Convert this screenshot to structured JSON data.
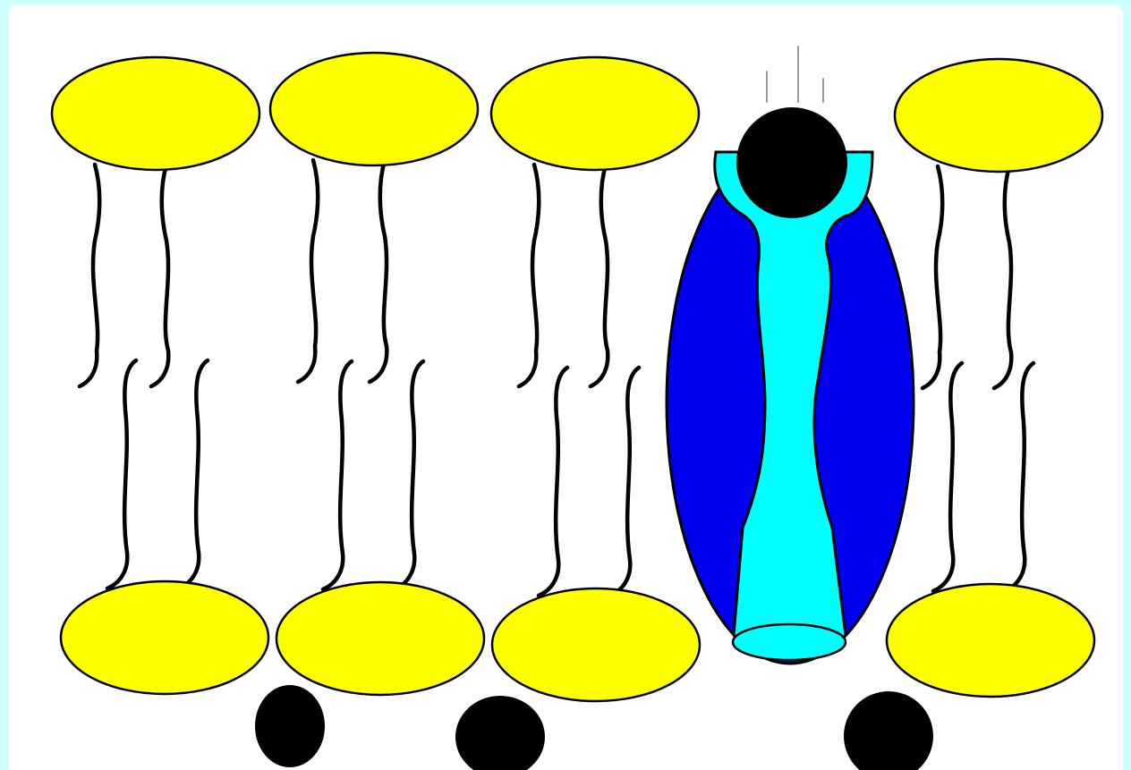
{
  "diagram": {
    "kind": "membrane-channel",
    "colors": {
      "page_border": "#ccffff",
      "background": "#ffffff",
      "phospholipid_head": "#ffff00",
      "outline": "#000000",
      "lipid_tail": "#000000",
      "channel_protein": "#0000ee",
      "channel_pore": "#00ffff",
      "ion": "#000000",
      "motion_lines": "#9a9a9a"
    },
    "phospholipids_outer_layer": 4,
    "phospholipids_inner_layer": 4,
    "ions_below_membrane": 3,
    "ions_in_channel": 1
  }
}
